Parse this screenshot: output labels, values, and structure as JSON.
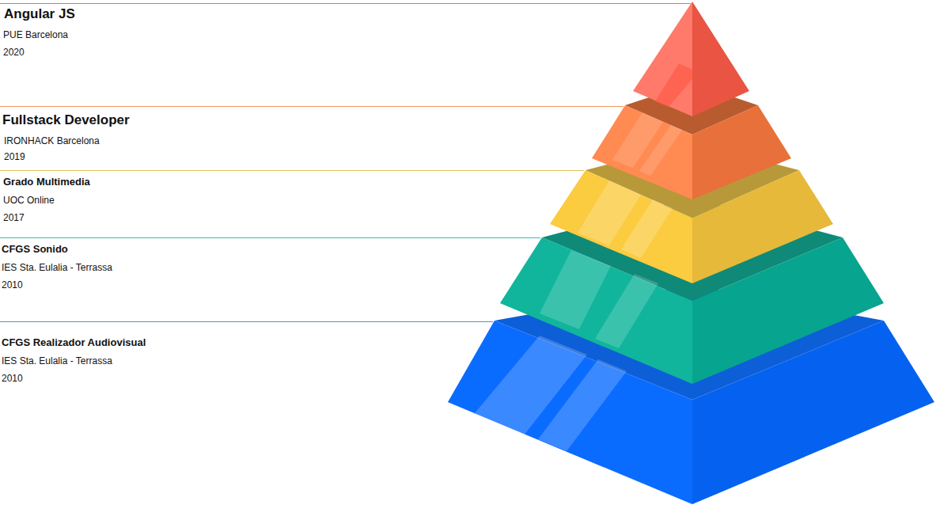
{
  "diagram": {
    "labels": [
      "Angular JS",
      "PUE Barcelona",
      "2020",
      "Fullstack Developer",
      "IRONHACK Barcelona",
      "2019",
      "Grado Multimedia",
      "UOC Online",
      "2017",
      "CFGS Sonido",
      "IES Sta. Eulalia - Terrassa",
      "2010",
      "CFGS Realizador Audiovisual",
      "IES Sta. Eulalia - Terrassa",
      "2010"
    ]
  }
}
